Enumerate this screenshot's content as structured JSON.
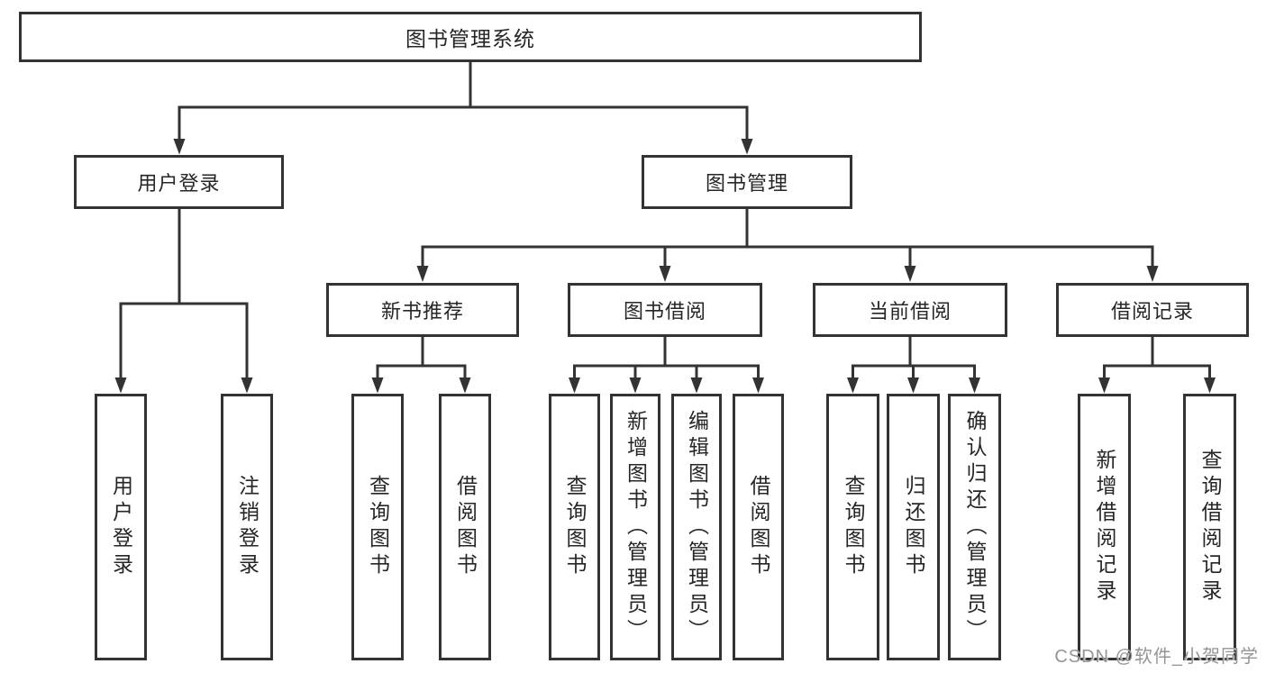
{
  "tree": {
    "root": {
      "label": "图书管理系统",
      "children": [
        {
          "label": "用户登录",
          "children": [
            {
              "label": "用户登录"
            },
            {
              "label": "注销登录"
            }
          ]
        },
        {
          "label": "图书管理",
          "children": [
            {
              "label": "新书推荐",
              "children": [
                {
                  "label": "查询图书"
                },
                {
                  "label": "借阅图书"
                }
              ]
            },
            {
              "label": "图书借阅",
              "children": [
                {
                  "label": "查询图书"
                },
                {
                  "label": "新增图书（管理员）"
                },
                {
                  "label": "编辑图书（管理员）"
                },
                {
                  "label": "借阅图书"
                }
              ]
            },
            {
              "label": "当前借阅",
              "children": [
                {
                  "label": "查询图书"
                },
                {
                  "label": "归还图书"
                },
                {
                  "label": "确认归还（管理员）"
                }
              ]
            },
            {
              "label": "借阅记录",
              "children": [
                {
                  "label": "新增借阅记录"
                },
                {
                  "label": "查询借阅记录"
                }
              ]
            }
          ]
        }
      ]
    }
  },
  "watermark": "CSDN @软件_小贺同学",
  "colors": {
    "line": "#333333",
    "box_border": "#333333",
    "text": "#262626",
    "background": "#ffffff",
    "watermark": "#959595"
  }
}
